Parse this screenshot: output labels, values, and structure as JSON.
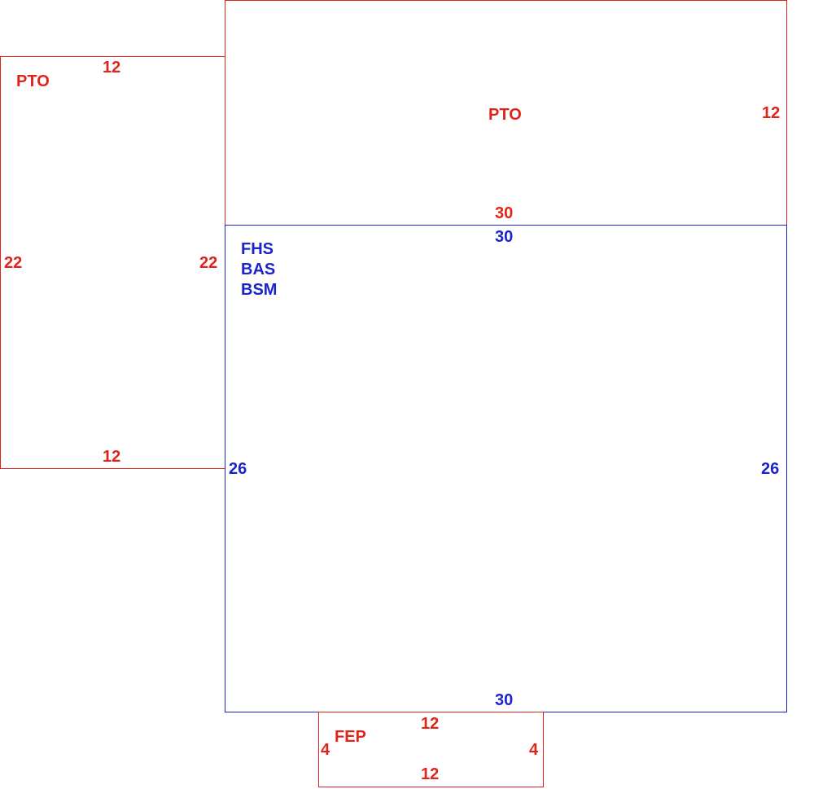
{
  "colors": {
    "addition": "#e2231a",
    "main": "#1a24c8",
    "background": "#ffffff"
  },
  "areas": {
    "pto_left": {
      "code": "PTO",
      "top": "12",
      "left": "22",
      "right": "22",
      "bottom": "12"
    },
    "pto_top": {
      "code": "PTO",
      "right": "12",
      "bottom": "30"
    },
    "main": {
      "codes": [
        "FHS",
        "BAS",
        "BSM"
      ],
      "top": "30",
      "left": "26",
      "right": "26",
      "bottom": "30"
    },
    "fep": {
      "code": "FEP",
      "top": "12",
      "left": "4",
      "right": "4",
      "bottom": "12"
    }
  }
}
